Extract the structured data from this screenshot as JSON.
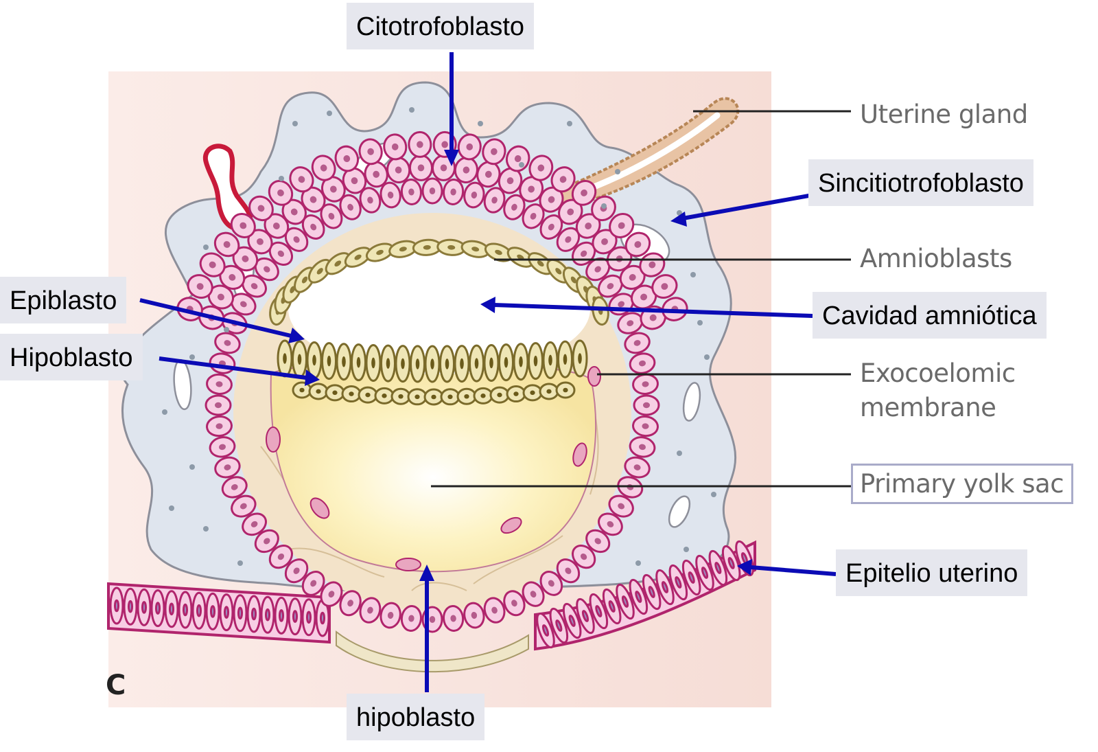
{
  "spanish_labels": {
    "citotrofoblasto": "Citotrofoblasto",
    "sincitiotrofoblasto": "Sincitiotrofoblasto",
    "cavidad_amniotica": "Cavidad amniótica",
    "epitelio_uterino": "Epitelio uterino",
    "epiblasto": "Epiblasto",
    "hipoblasto": "Hipoblasto",
    "hipoblasto_bottom": "hipoblasto"
  },
  "original_labels": {
    "uterine_gland": "Uterine gland",
    "amnioblasts": "Amnioblasts",
    "exocoelomic_line1": "Exocoelomic",
    "exocoelomic_line2": "membrane",
    "primary_yolk_sac": "Primary yolk sac"
  },
  "panel_letter": "C",
  "colors": {
    "arrow": "#0b0bb5",
    "label_background": "#e6e7ee",
    "syncytiotrophoblast": "#dfe5ee",
    "cytotrophoblast_cell": "#f7cfe4",
    "cell_border": "#b0246c",
    "amnioblast_cell": "#efe6b6",
    "yolk_sac": "#fbefb3",
    "endometrium_background": "#f8e4e0",
    "uterine_gland": "#e8c3a4"
  }
}
